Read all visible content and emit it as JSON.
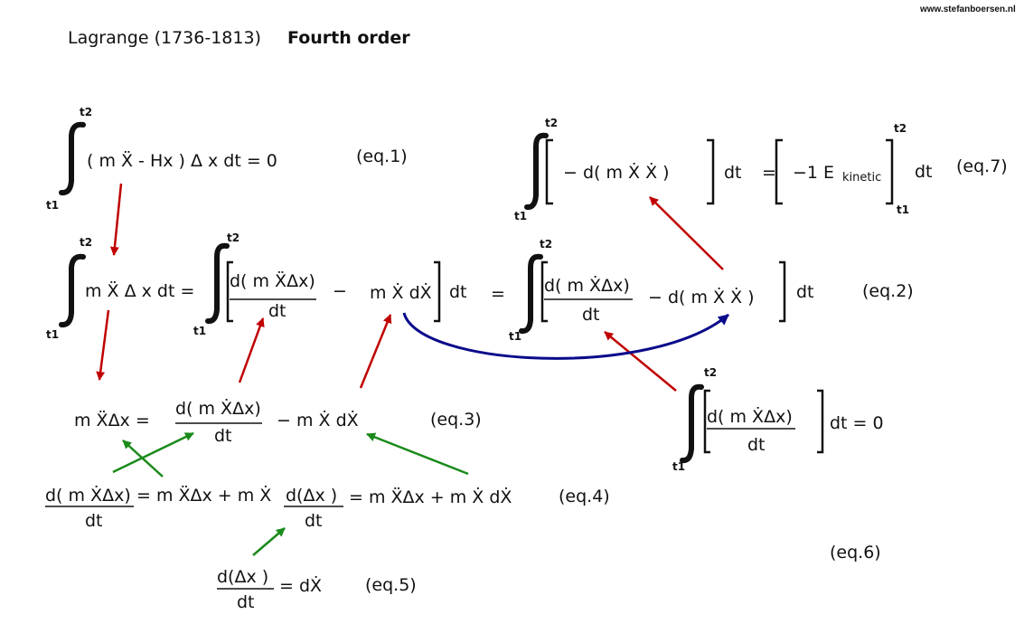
{
  "header": {
    "website": "www.stefanboersen.nl",
    "author": "Lagrange (1736-1813)",
    "subtitle": "Fourth order"
  },
  "limits": {
    "upper": "t2",
    "lower": "t1"
  },
  "eq1": {
    "body": "( m Ẍ -  Hx )  Δ x  dt   = 0",
    "label": "(eq.1)"
  },
  "eq2": {
    "term1": "m Ẍ    Δ x  dt  =",
    "frac1_num": "d( m ẌΔx)",
    "frac1_den": "dt",
    "minus": "−",
    "term2": "m Ẋ dẊ",
    "dt_after": "dt",
    "equals": "=",
    "frac2_num": "d( m ẊΔx)",
    "frac2_den": "dt",
    "term3": "−  d(  m Ẋ  Ẋ   )",
    "dt_end": "dt",
    "label": "(eq.2)"
  },
  "eq3": {
    "lhs": "m ẌΔx   =",
    "frac_num": "d( m ẊΔx)",
    "frac_den": "dt",
    "rhs": "−     m Ẋ  dẊ",
    "label": "(eq.3)"
  },
  "eq4": {
    "frac1_num": "d( m ẊΔx)",
    "frac1_den": "dt",
    "mid": "= m ẌΔx +  m Ẋ",
    "frac2_num": "d(Δx )",
    "frac2_den": "dt",
    "rhs": "=  m ẌΔx + m Ẋ  dẊ",
    "label": "(eq.4)"
  },
  "eq5": {
    "frac_num": "d(Δx )",
    "frac_den": "dt",
    "rhs": "= dẊ",
    "label": "(eq.5)"
  },
  "eq6": {
    "frac_num": "d( m ẊΔx)",
    "frac_den": "dt",
    "rhs": "dt   = 0",
    "label": "(eq.6)"
  },
  "eq7": {
    "body": "−  d(  m Ẋ  Ẋ  )",
    "dt": "dt",
    "equals": "=",
    "rhs": "−1  E",
    "subscript": "kinetic",
    "dt_end": "dt",
    "label": "(eq.7)"
  },
  "colors": {
    "red_arrow": "#c00000",
    "green_arrow": "#1a8a1a",
    "blue_arrow": "#0a0a8a",
    "text": "#111111"
  }
}
